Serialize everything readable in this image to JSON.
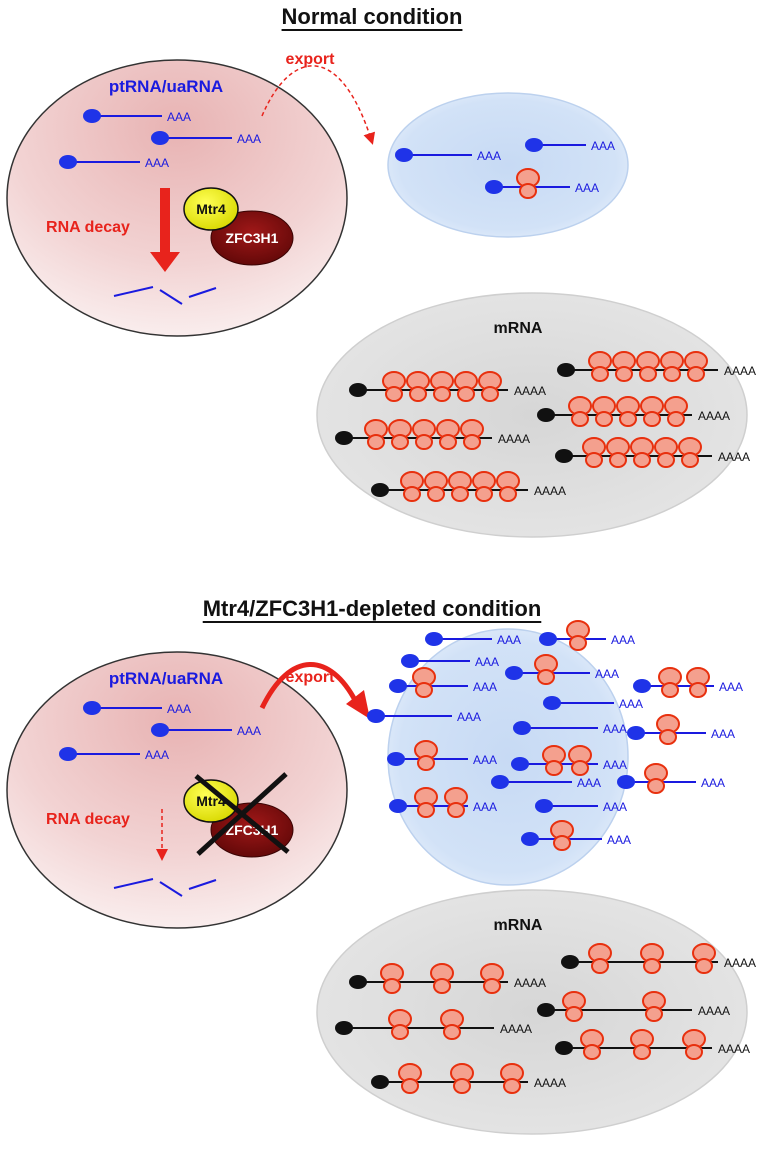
{
  "panels": [
    {
      "title": "Normal condition",
      "nucleus_label": "ptRNA/uaRNA",
      "export_label": "export",
      "decay_label": "RNA decay",
      "protein_a": "Mtr4",
      "protein_b": "ZFC3H1",
      "mrna_label": "mRNA",
      "polya_short": "AAA",
      "polya_long": "AAAA",
      "exosome_depleted": false
    },
    {
      "title": "Mtr4/ZFC3H1-depleted condition",
      "nucleus_label": "ptRNA/uaRNA",
      "export_label": "export",
      "decay_label": "RNA decay",
      "protein_a": "Mtr4",
      "protein_b": "ZFC3H1",
      "mrna_label": "mRNA",
      "polya_short": "AAA",
      "polya_long": "AAAA",
      "exosome_depleted": true
    }
  ],
  "colors": {
    "rna_blue": "#1a1adf",
    "cap_blue": "#1f33e8",
    "export_red": "#e8231c",
    "ribosome_fill": "#f4a08e",
    "ribosome_edge": "#e8300e",
    "nucleus_fill": "#f2c9c9",
    "cytoplasm_fill": "#cfe0f6",
    "mrna_pool_fill": "#dcdcdc",
    "mtr4_fill": "#e6e600",
    "zfc3h1_fill": "#7a0c0c"
  }
}
